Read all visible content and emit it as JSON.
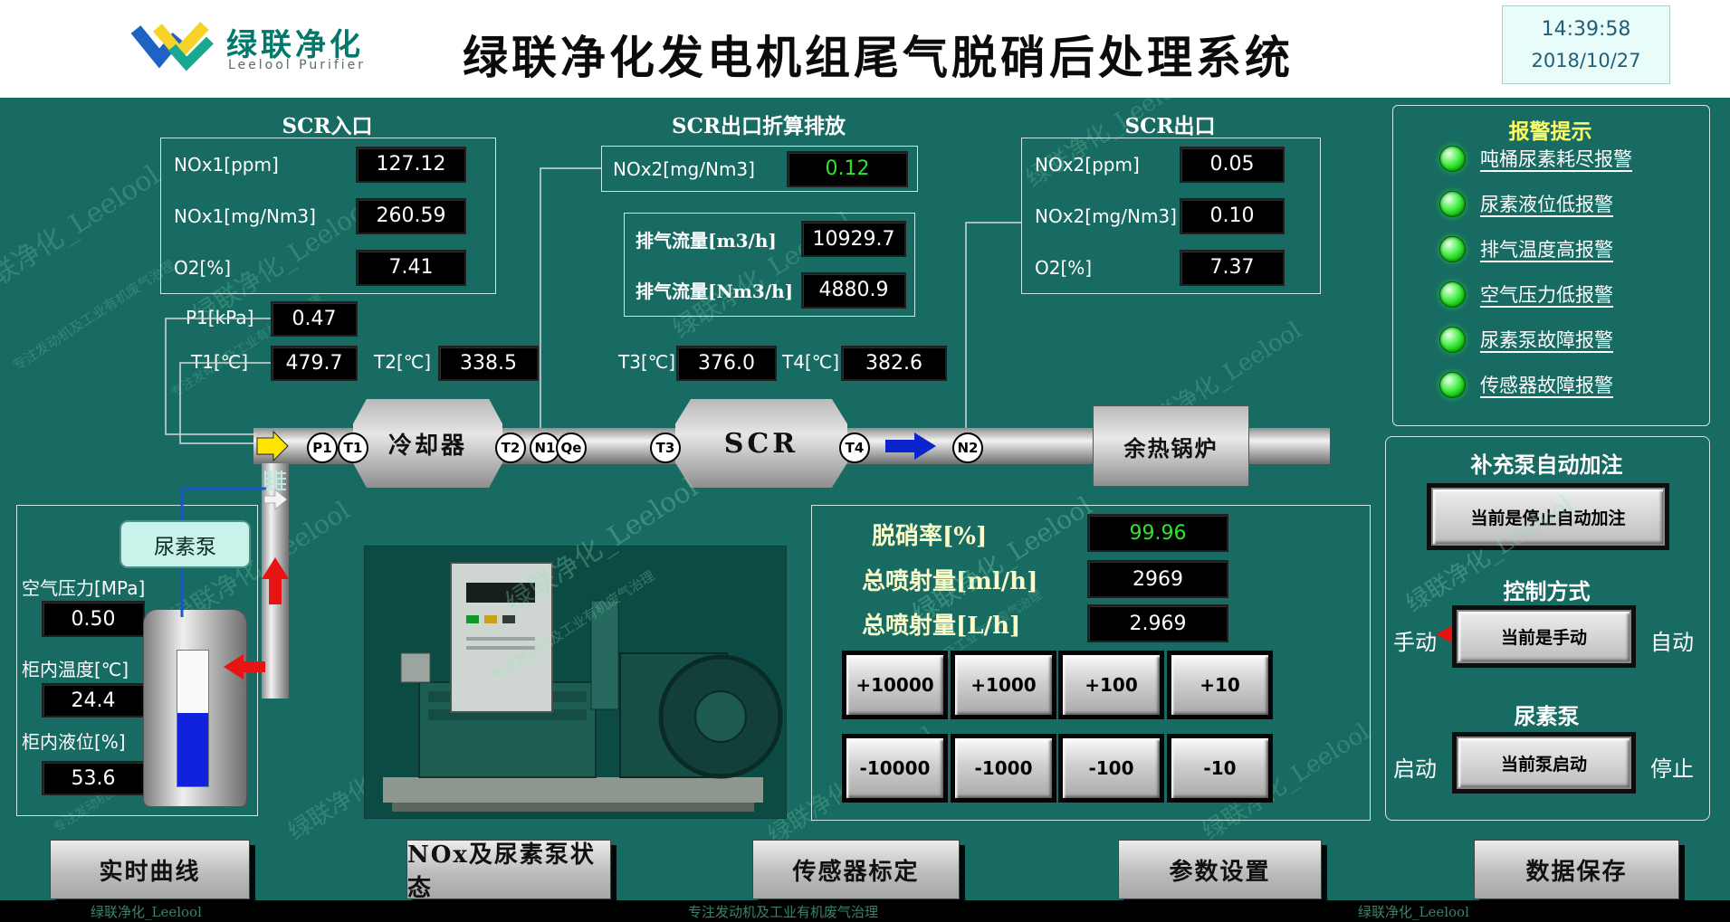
{
  "colors": {
    "background": "#186b62",
    "header_bg": "#ffffff",
    "value_green": "#2ce52c",
    "alarm_title_yellow": "#ffff66",
    "led_green": "#35e835",
    "pipe_silver": "#cccccc",
    "pump_button_cyan": "#c9f2ea"
  },
  "header": {
    "brand": "绿联净化",
    "brand_sub": "Leelool Purifier",
    "title": "绿联净化发电机组尾气脱硝后处理系统",
    "time": "14:39:58",
    "date": "2018/10/27"
  },
  "scr_inlet": {
    "title": "SCR入口",
    "rows": [
      {
        "label": "NOx1[ppm]",
        "value": "127.12"
      },
      {
        "label": "NOx1[mg/Nm3]",
        "value": "260.59"
      },
      {
        "label": "O2[%]",
        "value": "7.41"
      }
    ]
  },
  "scr_outlet_conv": {
    "title": "SCR出口折算排放",
    "nox_label": "NOx2[mg/Nm3]",
    "nox_value": "0.12",
    "flows": [
      {
        "label": "排气流量[m3/h]",
        "value": "10929.7"
      },
      {
        "label": "排气流量[Nm3/h]",
        "value": "4880.9"
      }
    ]
  },
  "scr_outlet": {
    "title": "SCR出口",
    "rows": [
      {
        "label": "NOx2[ppm]",
        "value": "0.05"
      },
      {
        "label": "NOx2[mg/Nm3]",
        "value": "0.10"
      },
      {
        "label": "O2[%]",
        "value": "7.37"
      }
    ]
  },
  "alarms": {
    "title": "报警提示",
    "items": [
      "吨桶尿素耗尽报警",
      "尿素液位低报警",
      "排气温度高报警",
      "空气压力低报警",
      "尿素泵故障报警",
      "传感器故障报警"
    ]
  },
  "sensors": {
    "p1": {
      "label": "P1[kPa]",
      "value": "0.47"
    },
    "t1": {
      "label": "T1[℃]",
      "value": "479.7"
    },
    "t2": {
      "label": "T2[℃]",
      "value": "338.5"
    },
    "t3": {
      "label": "T3[℃]",
      "value": "376.0"
    },
    "t4": {
      "label": "T4[℃]",
      "value": "382.6"
    }
  },
  "flow": {
    "nodes": [
      "P1",
      "T1",
      "T2",
      "N1",
      "Qe",
      "T3",
      "T4",
      "N2"
    ],
    "cooler": "冷却器",
    "scr": "SCR",
    "boiler": "余热锅炉"
  },
  "tank_panel": {
    "pump_button": "尿素泵",
    "rows": [
      {
        "label": "空气压力[MPa]",
        "value": "0.50"
      },
      {
        "label": "柜内温度[℃]",
        "value": "24.4"
      },
      {
        "label": "柜内液位[%]",
        "value": "53.6"
      }
    ]
  },
  "injection": {
    "rows": [
      {
        "label": "脱硝率[%]",
        "value": "99.96"
      },
      {
        "label": "总喷射量[ml/h]",
        "value": "2969"
      },
      {
        "label": "总喷射量[L/h]",
        "value": "2.969"
      }
    ],
    "inc_buttons": [
      "+10000",
      "+1000",
      "+100",
      "+10"
    ],
    "dec_buttons": [
      "-10000",
      "-1000",
      "-100",
      "-10"
    ]
  },
  "control_panel": {
    "fill_title": "补充泵自动加注",
    "fill_button": "当前是停止自动加注",
    "mode_title": "控制方式",
    "manual_label": "手动",
    "mode_button": "当前是手动",
    "auto_label": "自动",
    "pump_title": "尿素泵",
    "start_label": "启动",
    "pump_button": "当前泵启动",
    "stop_label": "停止"
  },
  "nav": {
    "buttons": [
      "实时曲线",
      "NOx及尿素泵状态",
      "传感器标定",
      "参数设置",
      "数据保存"
    ]
  },
  "watermark": {
    "brand": "绿联净化_Leelool",
    "slogan": "专注发动机及工业有机废气治理"
  }
}
